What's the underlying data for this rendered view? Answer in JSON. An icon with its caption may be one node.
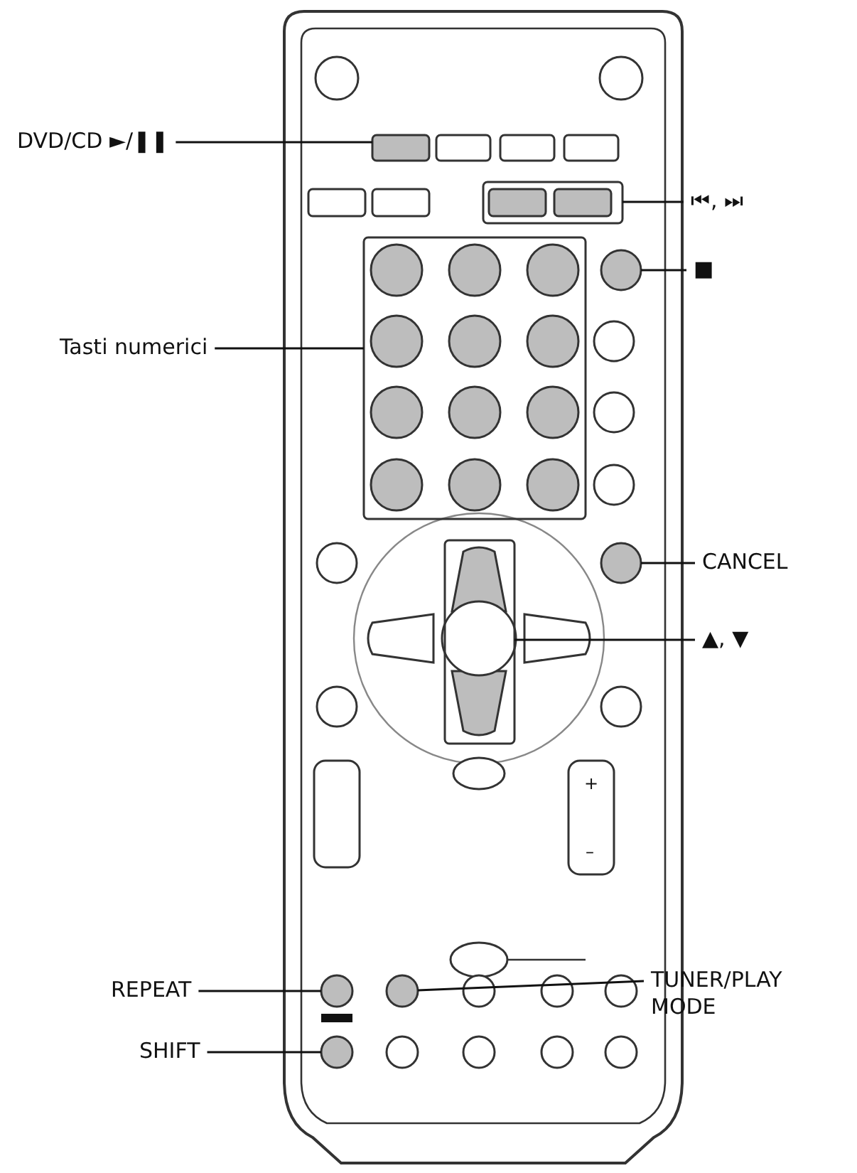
{
  "diagram": {
    "nodes": [
      {
        "text": [
          "DVD/CD ►/❚❚"
        ]
      },
      {
        "text": [],
        "shape": "box"
      },
      {
        "text": [
          "⏮, ⏭"
        ]
      },
      {
        "text": [],
        "shape": "box"
      },
      {
        "text": [
          "■"
        ]
      },
      {
        "text": [],
        "shape": "circle"
      },
      {
        "text": [
          "Tasti numerici"
        ]
      },
      {
        "text": [],
        "shape": "box"
      },
      {
        "text": [
          "CANCEL"
        ]
      },
      {
        "text": [],
        "shape": "circle"
      },
      {
        "text": [
          "▲, ▼"
        ]
      },
      {
        "text": [],
        "shape": "box"
      },
      {
        "text": [
          "TUNER/PLAY MODE"
        ]
      },
      {
        "text": [],
        "shape": "circle"
      },
      {
        "text": [
          "REPEAT"
        ]
      },
      {
        "text": [],
        "shape": "circle"
      },
      {
        "text": [
          "SHIFT"
        ]
      },
      {
        "text": [],
        "shape": "circle"
      }
    ],
    "edges": [
      {
        "from": 0,
        "to": 1,
        "arrow": "none"
      },
      {
        "from": 2,
        "to": 3,
        "arrow": "none"
      },
      {
        "from": 4,
        "to": 5,
        "arrow": "none"
      },
      {
        "from": 6,
        "to": 7,
        "arrow": "none"
      },
      {
        "from": 8,
        "to": 9,
        "arrow": "none"
      },
      {
        "from": 10,
        "to": 11,
        "arrow": "none"
      },
      {
        "from": 12,
        "to": 13,
        "arrow": "none"
      },
      {
        "from": 14,
        "to": 15,
        "arrow": "none"
      },
      {
        "from": 16,
        "to": 17,
        "arrow": "none"
      }
    ],
    "labels": [
      "+",
      "–"
    ]
  }
}
